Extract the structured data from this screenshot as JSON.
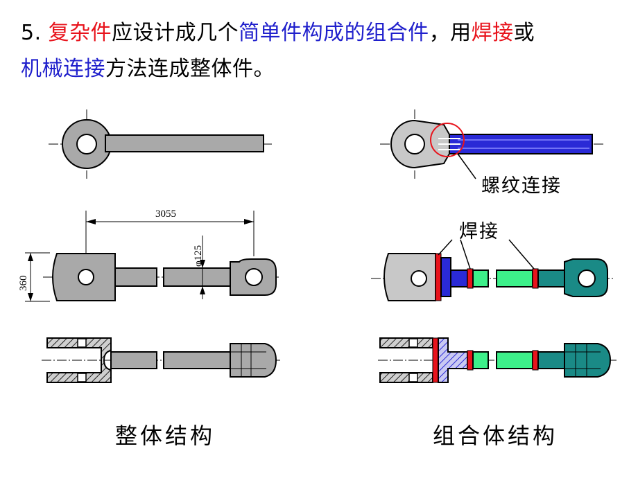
{
  "heading": {
    "number": "5. ",
    "p1": "复杂件",
    "p2": "应设计成几个",
    "p3": "简单件构成的组合件",
    "p4": "，用",
    "p5": "焊接",
    "p6": "或",
    "p7": "机械连接",
    "p8": "方法连成整体件。"
  },
  "colors": {
    "red": "#e8131c",
    "blue": "#1f1fcc",
    "part_blue": "#2a2ad6",
    "green": "#3df08a",
    "teal": "#1a8a86",
    "gray": "#a9a9a9"
  },
  "drawing": {
    "dim_length": "3055",
    "dim_height": "360",
    "dim_diameter": "φ125",
    "callout_thread": "螺纹连接",
    "callout_weld": "焊接",
    "caption_left": "整体结构",
    "caption_right": "组合体结构"
  }
}
